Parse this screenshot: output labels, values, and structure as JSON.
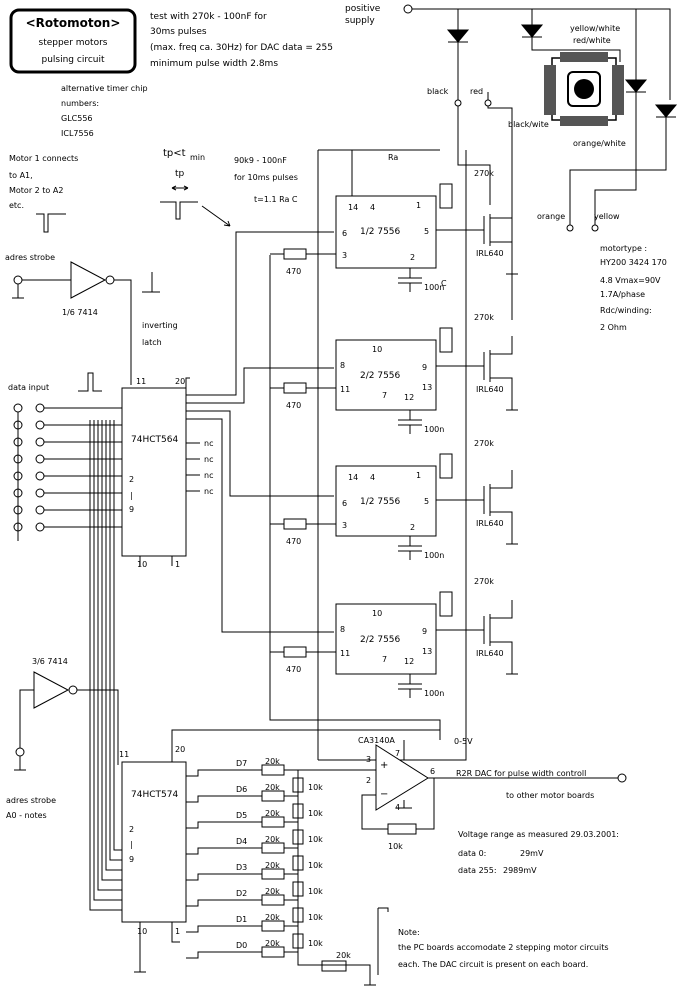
{
  "title": {
    "name": "<Rotomoton>",
    "line2": "stepper motors",
    "line3": "pulsing circuit"
  },
  "header_notes": [
    "test with 270k - 100nF for",
    "30ms pulses",
    "(max. freq ca. 30Hz)  for DAC data = 255",
    "minimum pulse width 2.8ms"
  ],
  "timer_alt": [
    "alternative timer chip",
    "numbers:",
    "GLC556",
    "ICL7556"
  ],
  "motor_connect": [
    "Motor 1 connects",
    "to A1,",
    "Motor 2 to A2",
    "etc."
  ],
  "pulse_note": {
    "tp_cond": "tp<t",
    "tp_sub": "min",
    "tp": "tp",
    "rc1": "90k9 - 100nF",
    "rc2": "for 10ms pulses",
    "formula": "t=1.1 Ra C"
  },
  "supply": [
    "positive",
    "supply"
  ],
  "wire_colors": {
    "yellow_white": "yellow/white",
    "red_white": "red/white",
    "black": "black",
    "red": "red",
    "black_wite": "black/wite",
    "orange_white": "orange/white",
    "orange": "orange",
    "yellow": "yellow"
  },
  "motor_specs": [
    "motortype :",
    "HY200 3424 170",
    "4.8  Vmax=90V",
    "1.7A/phase",
    "Rdc/winding:",
    "2 Ohm"
  ],
  "strobe_top": {
    "label": "adres strobe",
    "gate": "1/6 7414",
    "latch": [
      "inverting",
      "latch"
    ]
  },
  "data_input": "data input",
  "ic564": {
    "name": "74HCT564",
    "pin11": "11",
    "pin20": "20",
    "pin2": "2",
    "pin9": "9",
    "pin10": "10",
    "pin1": "1",
    "bar": "|",
    "nc": [
      "nc",
      "nc",
      "nc",
      "nc"
    ]
  },
  "timers": [
    {
      "name": "1/2 7556",
      "p1": "14",
      "p2": "4",
      "p3": "1",
      "p4": "6",
      "p5": "5",
      "p6": "3",
      "p7": "2",
      "r": "470",
      "cap": "100n",
      "fet": "IRL640",
      "ra": "Ra",
      "rav": "270k",
      "c": "C"
    },
    {
      "name": "2/2 7556",
      "p1": "10",
      "p4": "8",
      "p5": "9",
      "p6": "11",
      "p7": "7",
      "p8": "12",
      "p9": "13",
      "r": "470",
      "cap": "100n",
      "fet": "IRL640",
      "rav": "270k"
    },
    {
      "name": "1/2 7556",
      "p1": "14",
      "p2": "4",
      "p4": "6",
      "p5": "5",
      "p6": "3",
      "p7": "2",
      "p3": "1",
      "r": "470",
      "cap": "100n",
      "fet": "IRL640",
      "rav": "270k"
    },
    {
      "name": "2/2 7556",
      "p1": "10",
      "p4": "8",
      "p5": "9",
      "p6": "11",
      "p7": "7",
      "p8": "12",
      "p9": "13",
      "r": "470",
      "cap": "100n",
      "fet": "IRL640",
      "rav": "270k"
    }
  ],
  "strobe_bottom": {
    "gate": "3/6 7414",
    "label": "adres strobe",
    "notes": "A0 - notes"
  },
  "ic574": {
    "name": "74HCT574",
    "pin11": "11",
    "pin20": "20",
    "pin2": "2",
    "pin9": "9",
    "pin10": "10",
    "pin1": "1",
    "bar": "|"
  },
  "dac": {
    "bits": [
      "D7",
      "D6",
      "D5",
      "D4",
      "D3",
      "D2",
      "D1",
      "D0"
    ],
    "r20k": "20k",
    "r10k": "10k",
    "opamp": "CA3140A",
    "range": "0-5V",
    "pin3": "3",
    "pin7": "7",
    "pin2": "2",
    "pin4": "4",
    "pin6": "6",
    "feedback": "10k",
    "out_label": "R2R DAC for pulse width controll",
    "other": "to other motor boards"
  },
  "voltage_notes": [
    "Voltage range as measured 29.03.2001:",
    "data 0:",
    "29mV",
    "data 255:",
    "2989mV"
  ],
  "note": [
    "Note:",
    "the PC boards accomodate 2 stepping motor circuits",
    "each. The DAC circuit is present on each board."
  ]
}
